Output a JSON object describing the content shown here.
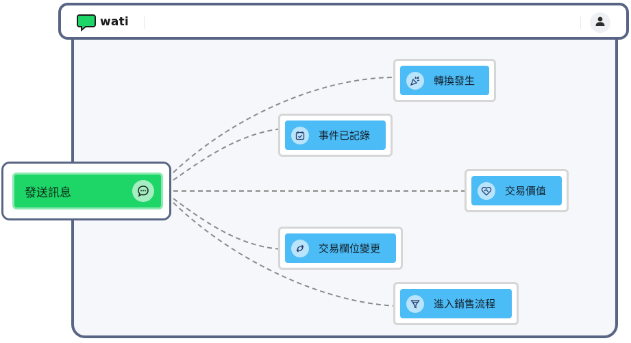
{
  "header": {
    "logo_text": "wati",
    "icons": {
      "logo": "chat-bubble-logo-icon",
      "profile": "user-icon"
    }
  },
  "trigger": {
    "label": "發送訊息",
    "icon": "message-bubble-icon",
    "color": "#1ed667"
  },
  "outcomes": [
    {
      "label": "轉換發生",
      "icon": "party-popper-icon"
    },
    {
      "label": "事件已記錄",
      "icon": "calendar-check-icon"
    },
    {
      "label": "交易價值",
      "icon": "heart-handshake-icon"
    },
    {
      "label": "交易欄位變更",
      "icon": "arrows-exchange-icon"
    },
    {
      "label": "進入銷售流程",
      "icon": "funnel-icon"
    }
  ],
  "colors": {
    "frame": "#596585",
    "outcome_fill": "#4cbcf6",
    "connector": "#8a8a8a"
  }
}
